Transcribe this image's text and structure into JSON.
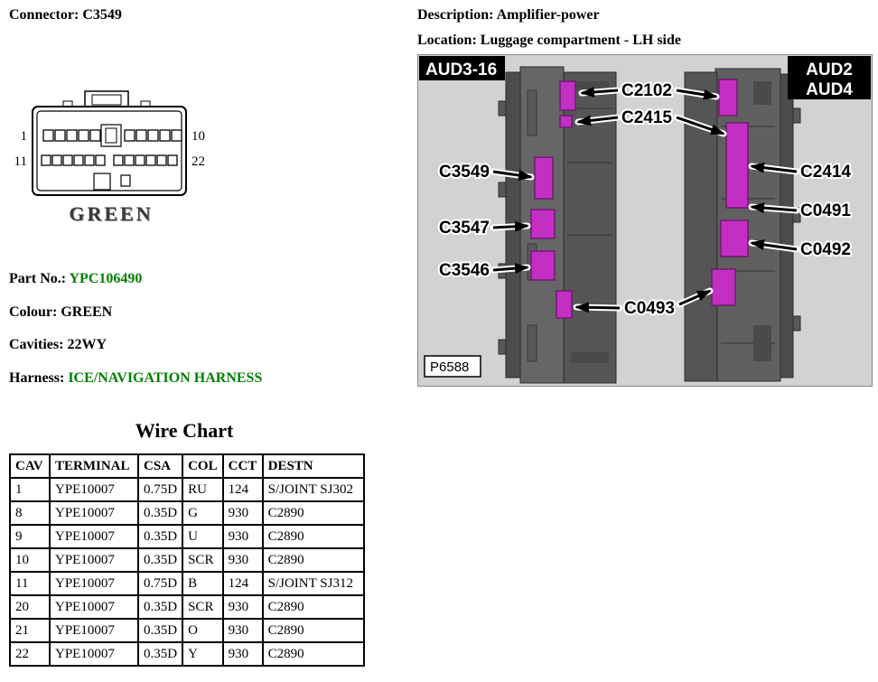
{
  "colors": {
    "accent_green": "#008000",
    "highlight_magenta": "#c32fc3"
  },
  "top": {
    "connector_label": "Connector:",
    "connector_value": "C3549",
    "description_label": "Description:",
    "description_value": "Amplifier-power",
    "location_label": "Location:",
    "location_value": "Luggage compartment - LH side"
  },
  "connector_info": {
    "part_no_label": "Part No.:",
    "part_no_value": "YPC106490",
    "colour_label": "Colour:",
    "colour_value": "GREEN",
    "cavities_label": "Cavities:",
    "cavities_value": "22WY",
    "harness_label": "Harness:",
    "harness_value": "ICE/NAVIGATION HARNESS"
  },
  "connector_diagram": {
    "color_name": "GREEN",
    "pin_top_left": "1",
    "pin_bottom_left": "11",
    "pin_top_right": "10",
    "pin_bottom_right": "22"
  },
  "figure": {
    "tag_left": "AUD3-16",
    "tag_right_top": "AUD2",
    "tag_right_bottom": "AUD4",
    "photo_id": "P6588",
    "callouts": {
      "c2102": "C2102",
      "c2415": "C2415",
      "c3549": "C3549",
      "c3547": "C3547",
      "c3546": "C3546",
      "c0493": "C0493",
      "c2414": "C2414",
      "c0491": "C0491",
      "c0492": "C0492"
    }
  },
  "wire_chart": {
    "title": "Wire Chart",
    "headers": [
      "CAV",
      "TERMINAL",
      "CSA",
      "COL",
      "CCT",
      "DESTN"
    ],
    "rows": [
      [
        "1",
        "YPE10007",
        "0.75D",
        "RU",
        "124",
        "S/JOINT SJ302"
      ],
      [
        "8",
        "YPE10007",
        "0.35D",
        "G",
        "930",
        "C2890"
      ],
      [
        "9",
        "YPE10007",
        "0.35D",
        "U",
        "930",
        "C2890"
      ],
      [
        "10",
        "YPE10007",
        "0.35D",
        "SCR",
        "930",
        "C2890"
      ],
      [
        "11",
        "YPE10007",
        "0.75D",
        "B",
        "124",
        "S/JOINT SJ312"
      ],
      [
        "20",
        "YPE10007",
        "0.35D",
        "SCR",
        "930",
        "C2890"
      ],
      [
        "21",
        "YPE10007",
        "0.35D",
        "O",
        "930",
        "C2890"
      ],
      [
        "22",
        "YPE10007",
        "0.35D",
        "Y",
        "930",
        "C2890"
      ]
    ]
  }
}
